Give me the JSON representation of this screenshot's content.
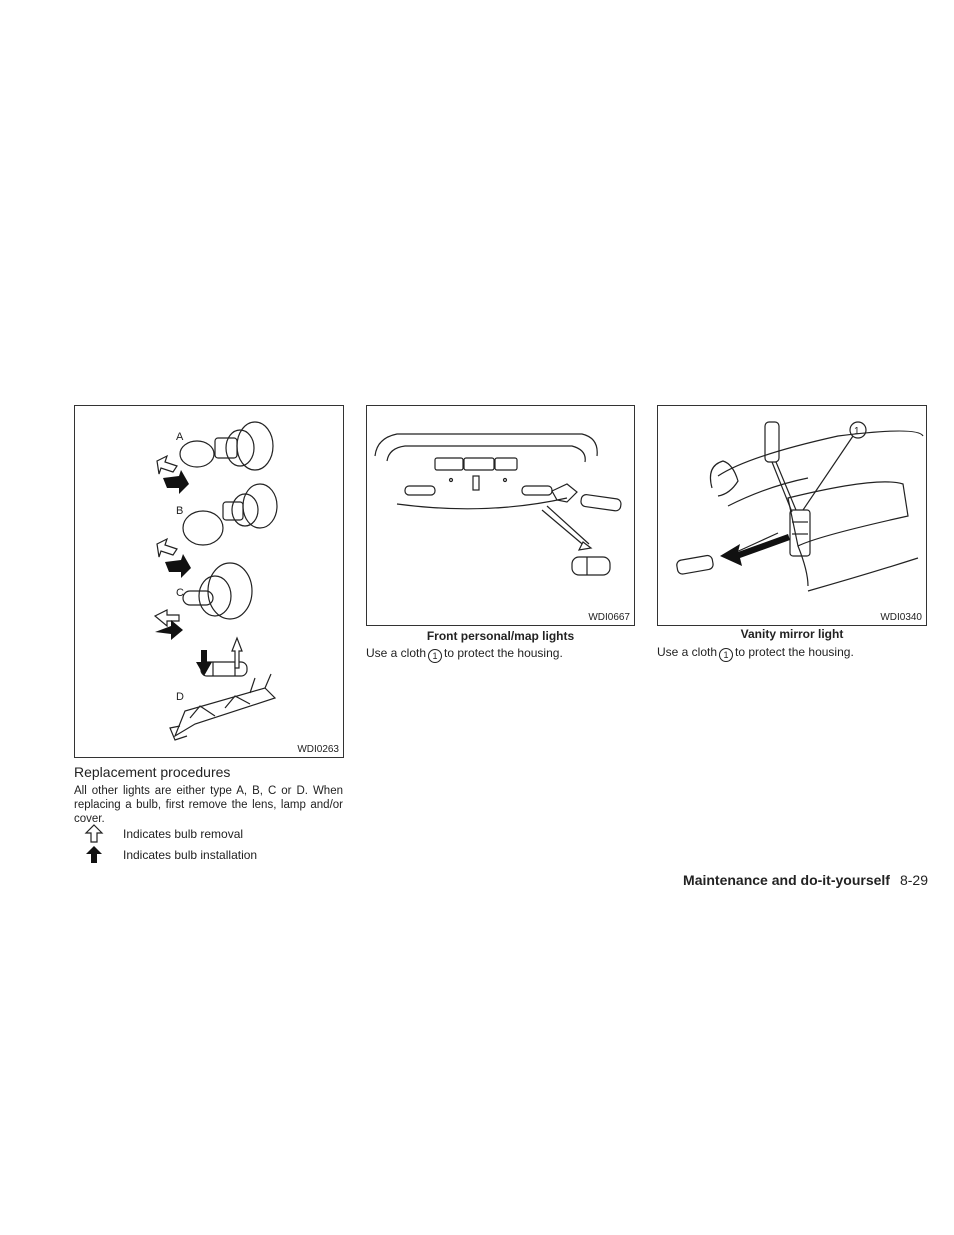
{
  "figures": {
    "bulb_types": {
      "labels": [
        "A",
        "B",
        "C",
        "D"
      ],
      "code": "WDI0263"
    },
    "front_map": {
      "code": "WDI0667",
      "caption": "Front personal/map lights",
      "text_before": "Use a cloth",
      "marker": "1",
      "text_after": "to protect the housing."
    },
    "vanity": {
      "code": "WDI0340",
      "callout": "1",
      "caption": "Vanity mirror light",
      "text_before": "Use a cloth",
      "marker": "1",
      "text_after": "to protect the housing."
    }
  },
  "section": {
    "heading": "Replacement procedures",
    "paragraph": "All other lights are either type A, B, C or D. When replacing a bulb, first remove the lens, lamp and/or cover.",
    "legend": [
      {
        "icon": "outline-arrow-up-icon",
        "label": "Indicates bulb removal"
      },
      {
        "icon": "solid-arrow-up-icon",
        "label": "Indicates bulb installation"
      }
    ]
  },
  "footer": {
    "section_title": "Maintenance and do-it-yourself",
    "page_number": "8-29"
  }
}
